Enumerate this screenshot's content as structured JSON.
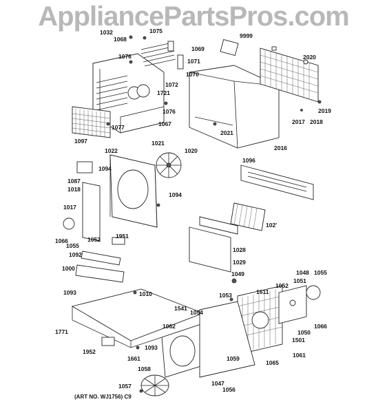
{
  "watermark": "AppliancePartsPros.com",
  "art_number": "(ART NO. WJ1756) C9",
  "part_labels": {
    "l1032": "1032",
    "l1068": "1068",
    "l1075": "1075",
    "l1069": "1069",
    "l1076a": "1076",
    "l1071": "1071",
    "l1070": "1070",
    "l1072": "1072",
    "l1721": "1721",
    "l1076b": "1076",
    "l1077": "1077",
    "l1067": "1067",
    "l1097": "1097",
    "l9999": "9999",
    "l2020": "2020",
    "l2019": "2019",
    "l2017": "2017",
    "l2018": "2018",
    "l2021": "2021",
    "l2016": "2016",
    "l1022": "1022",
    "l1021": "1021",
    "l1020": "1020",
    "l1094a": "1094",
    "l1087": "1087",
    "l1018": "1018",
    "l1094b": "1094",
    "l1017": "1017",
    "l1066a": "1066",
    "l1052a": "1052",
    "l1055a": "1055",
    "l1951": "1951",
    "l1092": "1092",
    "l1000": "1000",
    "l1096": "1096",
    "l1027": "102'",
    "l1028": "1028",
    "l1029": "1029",
    "l1049": "1049",
    "l1048": "1048",
    "l1055b": "1055",
    "l1051": "1051",
    "l1052b": "1052",
    "l1611": "1611",
    "l1053": "1053",
    "l1093a": "1093",
    "l1010": "1010",
    "l1541": "1541",
    "l1054": "1054",
    "l1771": "1771",
    "l1062": "1062",
    "l1093b": "1093",
    "l1952": "1952",
    "l1661": "1661",
    "l1058": "1058",
    "l1059": "1059",
    "l1065": "1065",
    "l1061": "1061",
    "l1047": "1047",
    "l1056": "1056",
    "l1057": "1057",
    "l1066b": "1066",
    "l1050": "1050",
    "l1501": "1501"
  }
}
